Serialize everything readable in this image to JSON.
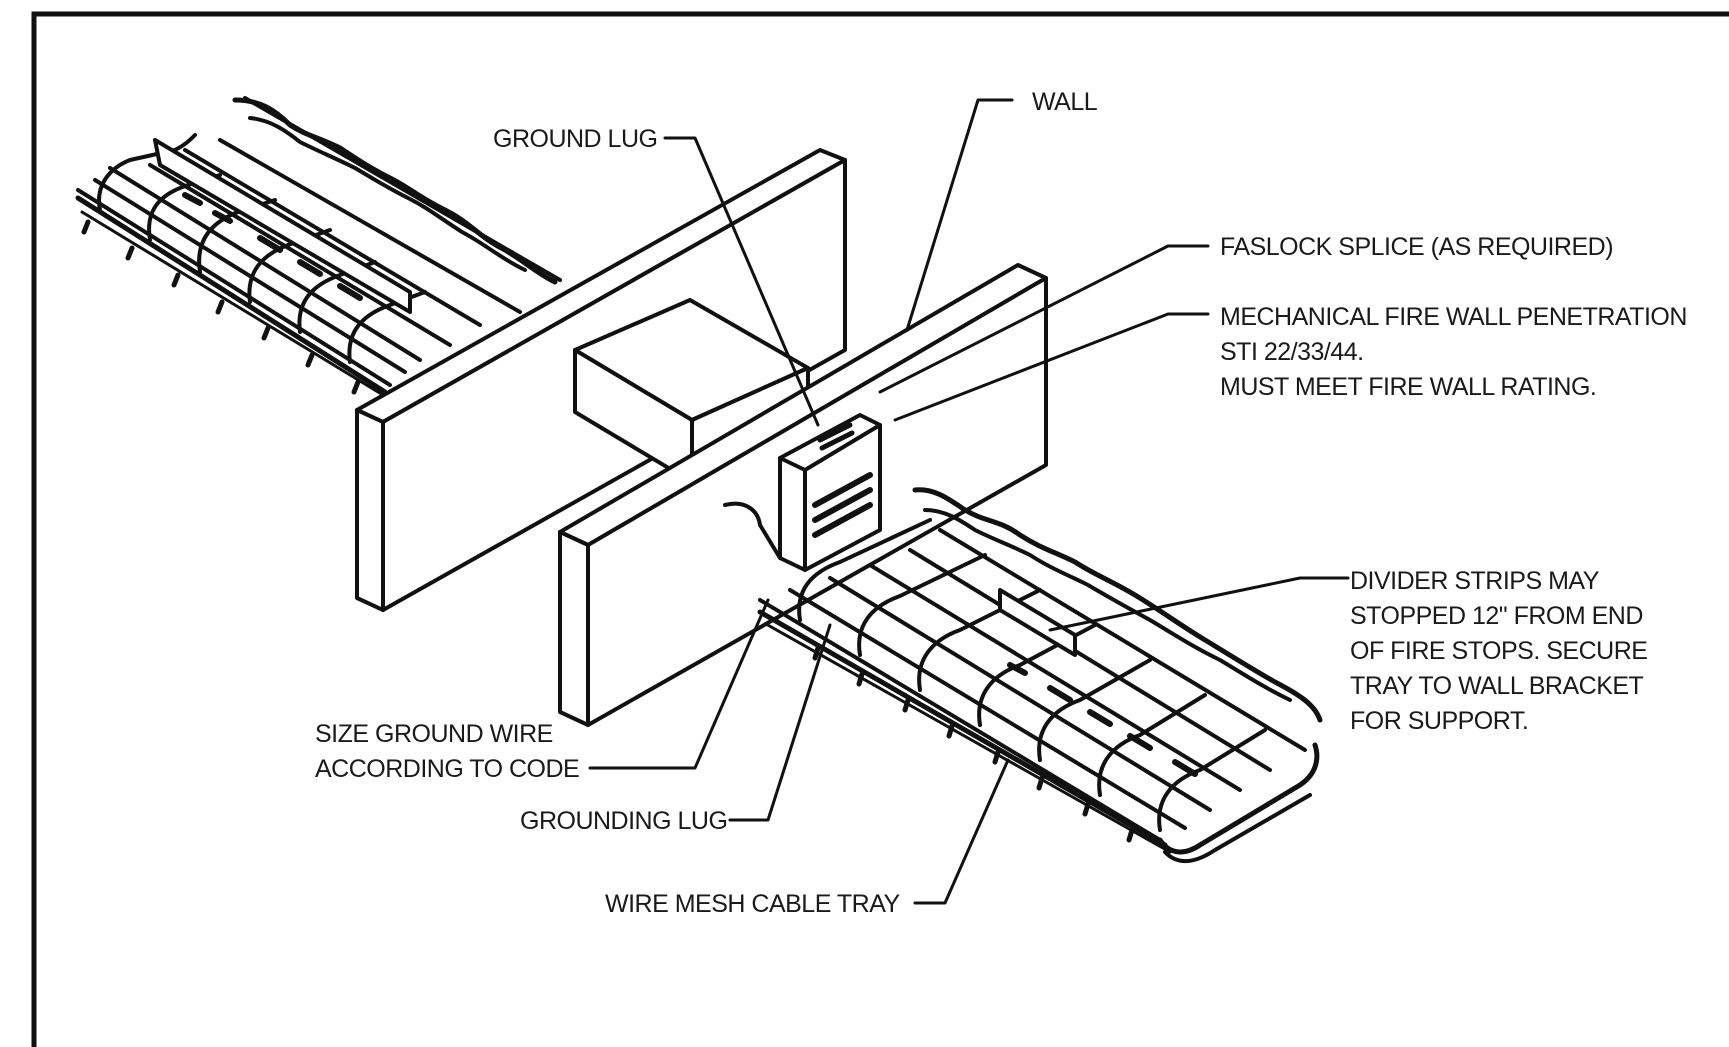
{
  "labels": {
    "wall": "WALL",
    "ground_lug": "GROUND LUG",
    "faslock_splice": "FASLOCK SPLICE (AS REQUIRED)",
    "fire_wall_penetration": [
      "MECHANICAL FIRE WALL PENETRATION",
      "STI 22/33/44.",
      "MUST MEET FIRE WALL RATING."
    ],
    "divider_strips": [
      "DIVIDER STRIPS MAY",
      "STOPPED 12\" FROM END",
      "OF FIRE STOPS. SECURE",
      "TRAY TO WALL BRACKET",
      "FOR SUPPORT."
    ],
    "size_ground_wire": [
      "SIZE GROUND WIRE",
      "ACCORDING TO CODE"
    ],
    "grounding_lug": "GROUNDING LUG",
    "wire_mesh_cable_tray": "WIRE MESH CABLE TRAY"
  }
}
